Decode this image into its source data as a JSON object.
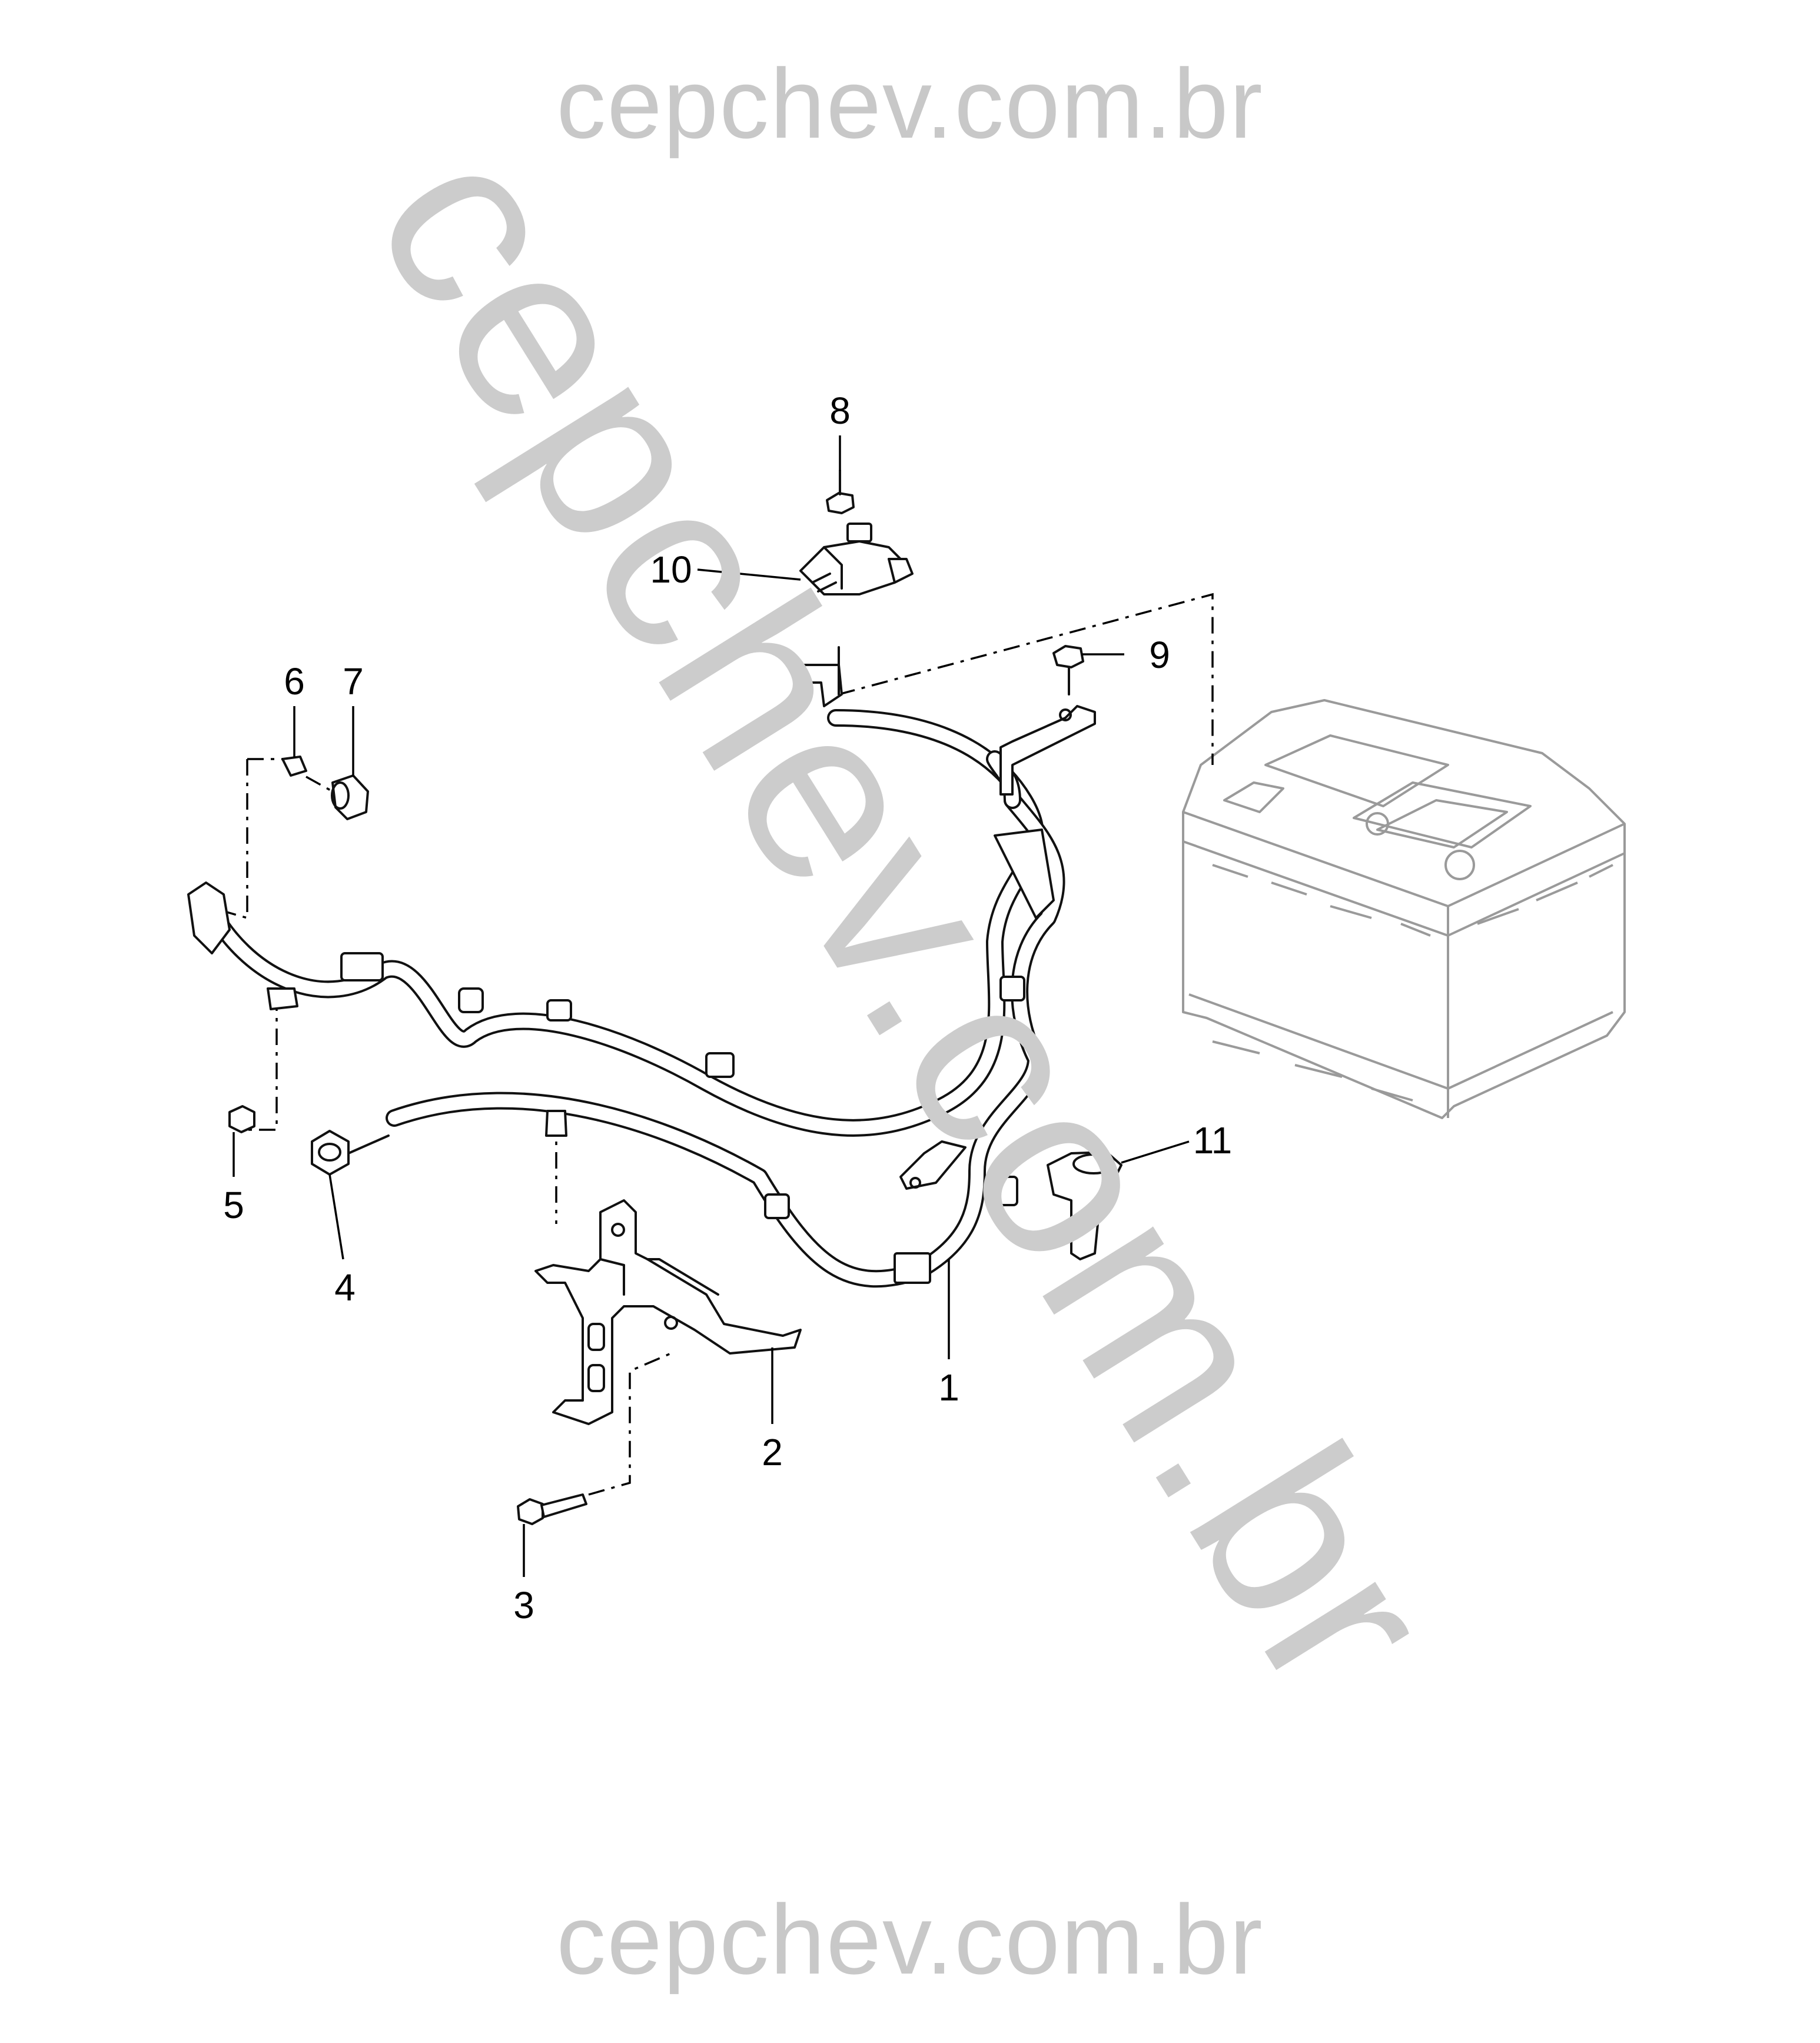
{
  "watermark": {
    "top": "cepchev.com.br",
    "diagonal": "cepchev.com.br",
    "bottom": "cepchev.com.br"
  },
  "callouts": [
    {
      "id": "1",
      "label": "1"
    },
    {
      "id": "2",
      "label": "2"
    },
    {
      "id": "3",
      "label": "3"
    },
    {
      "id": "4",
      "label": "4"
    },
    {
      "id": "5",
      "label": "5"
    },
    {
      "id": "6",
      "label": "6"
    },
    {
      "id": "7",
      "label": "7"
    },
    {
      "id": "8",
      "label": "8"
    },
    {
      "id": "9",
      "label": "9"
    },
    {
      "id": "10",
      "label": "10"
    },
    {
      "id": "11",
      "label": "11"
    }
  ],
  "colors": {
    "line": "#111111",
    "watermark": "#c8c8c8",
    "battery": "#9a9a9a",
    "background": "#ffffff"
  }
}
